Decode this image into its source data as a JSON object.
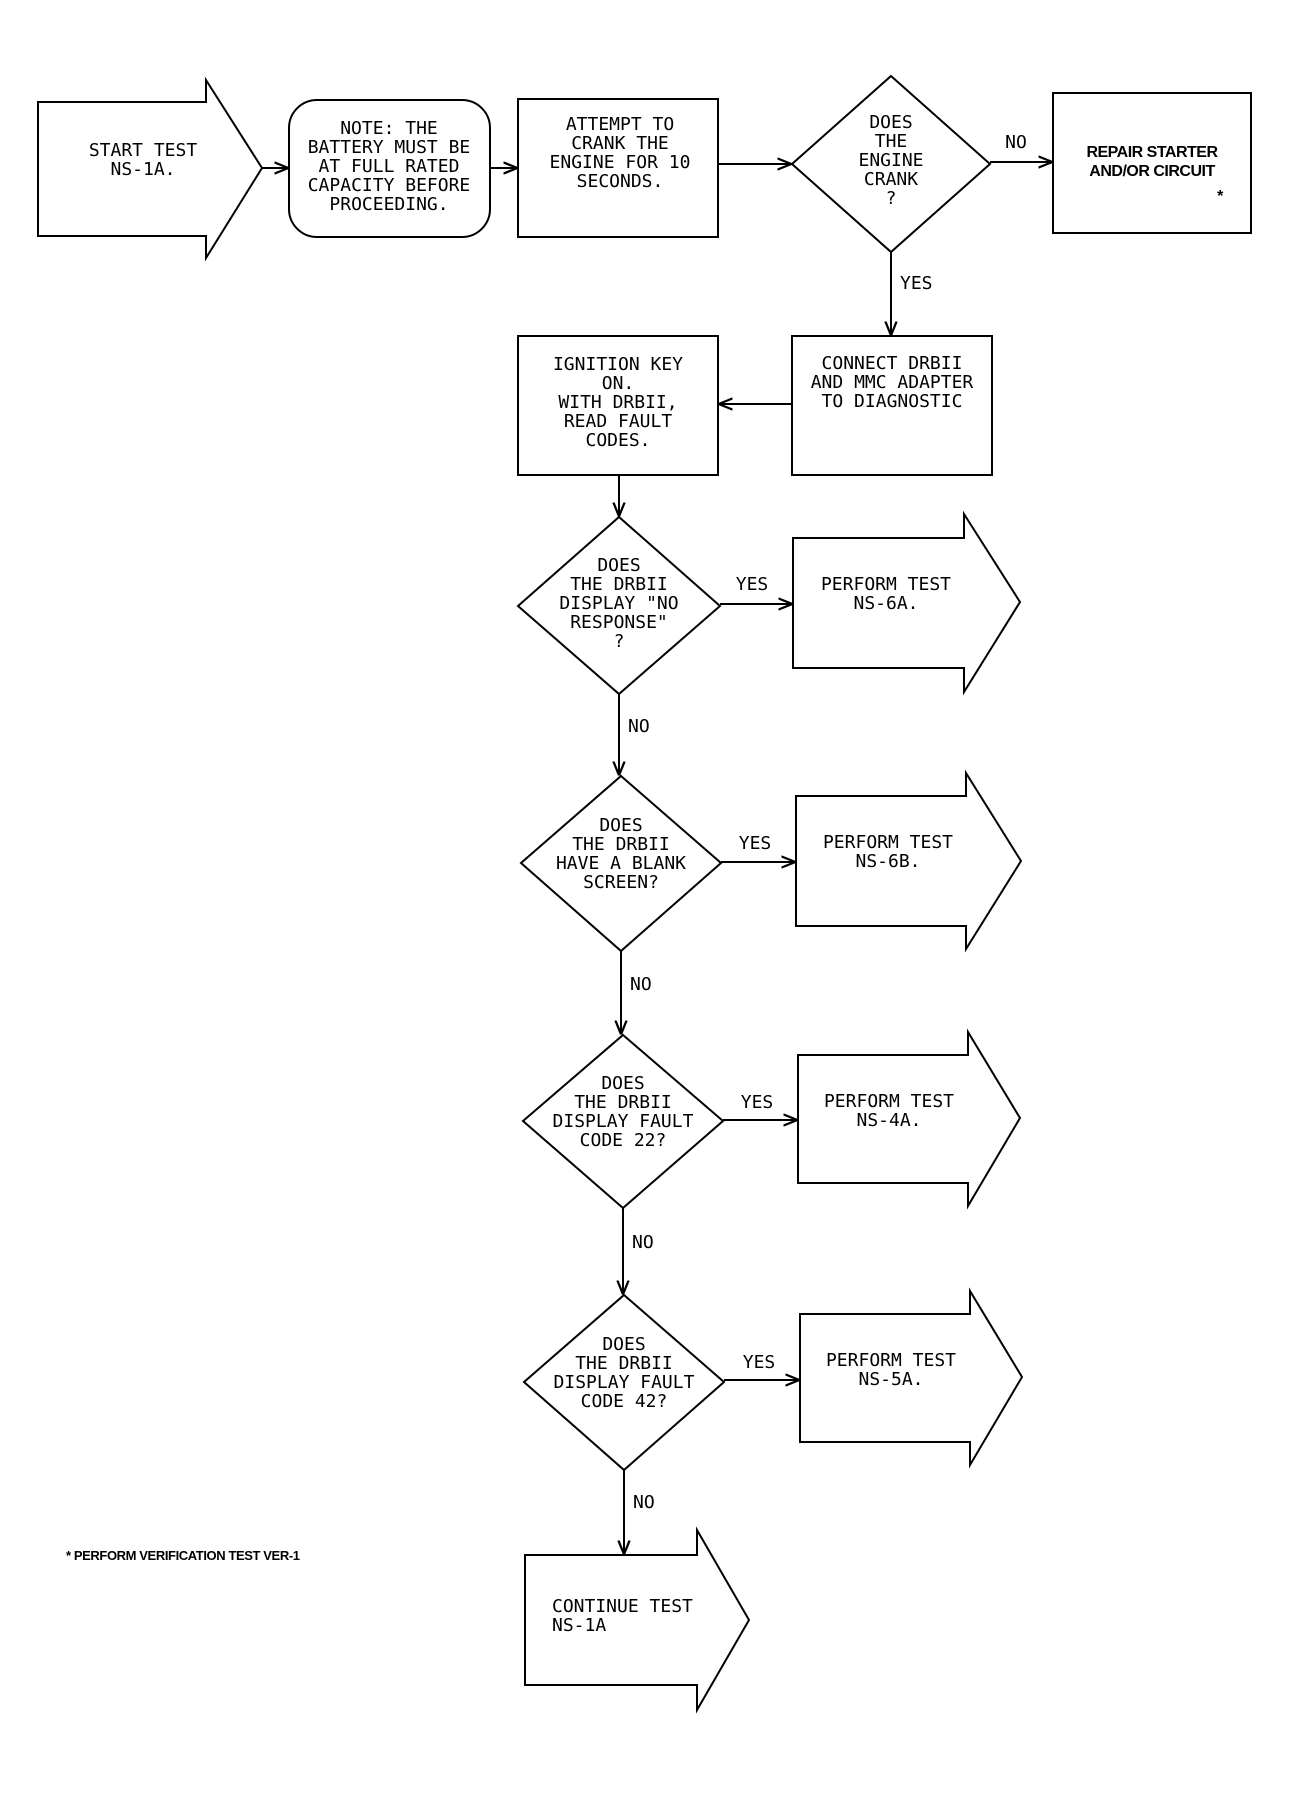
{
  "flowchart": {
    "start": [
      "START TEST",
      "NS-1A."
    ],
    "note": [
      "NOTE: THE",
      "BATTERY MUST BE",
      "AT FULL RATED",
      "CAPACITY BEFORE",
      "PROCEEDING."
    ],
    "crank_attempt": [
      "ATTEMPT TO",
      "CRANK THE",
      "ENGINE FOR 10",
      "SECONDS."
    ],
    "decision_crank": [
      "DOES",
      "THE",
      "ENGINE",
      "CRANK",
      "?"
    ],
    "repair_starter": [
      "REPAIR STARTER",
      "AND/OR CIRCUIT"
    ],
    "repair_asterisk": "*",
    "connect": [
      "CONNECT DRBII",
      "AND MMC ADAPTER",
      "TO DIAGNOSTIC"
    ],
    "ignition": [
      "IGNITION KEY",
      "ON.",
      "WITH DRBII,",
      "READ FAULT",
      "CODES."
    ],
    "decision_no_response": [
      "DOES",
      "THE DRBII",
      "DISPLAY \"NO",
      "RESPONSE\"",
      "?"
    ],
    "perform_6a": [
      "PERFORM TEST",
      "NS-6A."
    ],
    "decision_blank": [
      "DOES",
      "THE DRBII",
      "HAVE A BLANK",
      "SCREEN?"
    ],
    "perform_6b": [
      "PERFORM TEST",
      "NS-6B."
    ],
    "decision_code22": [
      "DOES",
      "THE DRBII",
      "DISPLAY FAULT",
      "CODE 22?"
    ],
    "perform_4a": [
      "PERFORM TEST",
      "NS-4A."
    ],
    "decision_code42": [
      "DOES",
      "THE DRBII",
      "DISPLAY FAULT",
      "CODE 42?"
    ],
    "perform_5a": [
      "PERFORM TEST",
      "NS-5A."
    ],
    "continue": [
      "CONTINUE TEST",
      "NS-1A"
    ],
    "yes_label": "YES",
    "no_label": "NO",
    "footnote": "* PERFORM VERIFICATION TEST VER-1"
  }
}
